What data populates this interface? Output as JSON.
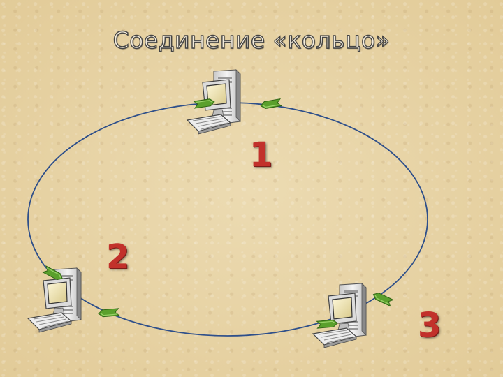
{
  "title": "Соединение «кольцо»",
  "nodes": [
    {
      "label": "1"
    },
    {
      "label": "2"
    },
    {
      "label": "3"
    }
  ],
  "colors": {
    "ring": "#2e4f8a",
    "connector": "#5aa02c",
    "label": "#c2312b"
  },
  "icons": [
    "computer-icon",
    "connector-icon"
  ]
}
